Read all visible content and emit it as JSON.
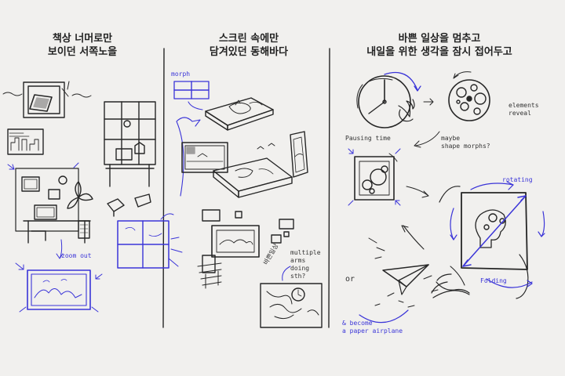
{
  "colors": {
    "background": "#f1f0ee",
    "ink": "#262626",
    "accent_blue": "#3a34d8"
  },
  "panels": [
    {
      "title_line1": "책상 너머로만",
      "title_line2": "보이던 서쪽노을"
    },
    {
      "title_line1": "스크린 속에만",
      "title_line2": "담겨있던 동해바다"
    },
    {
      "title_line1": "바쁜 일상을 멈추고",
      "title_line2": "내일을 위한 생각을 잠시 접어두고"
    }
  ],
  "annotations": {
    "zoom_out": "zoom out",
    "morph": "morph",
    "pausing_time": "Pausing time",
    "elements_reveal_1": "elements",
    "elements_reveal_2": "reveal",
    "maybe_1": "maybe",
    "maybe_2": "shape morphs?",
    "rotating": "rotating",
    "folding": "Folding",
    "or": "or",
    "become_1": "& become",
    "become_2": "a paper airplane",
    "multiple_1": "multiple",
    "multiple_2": "arms",
    "multiple_3": "doing",
    "multiple_4": "sth?",
    "busy": "바쁜일상"
  }
}
